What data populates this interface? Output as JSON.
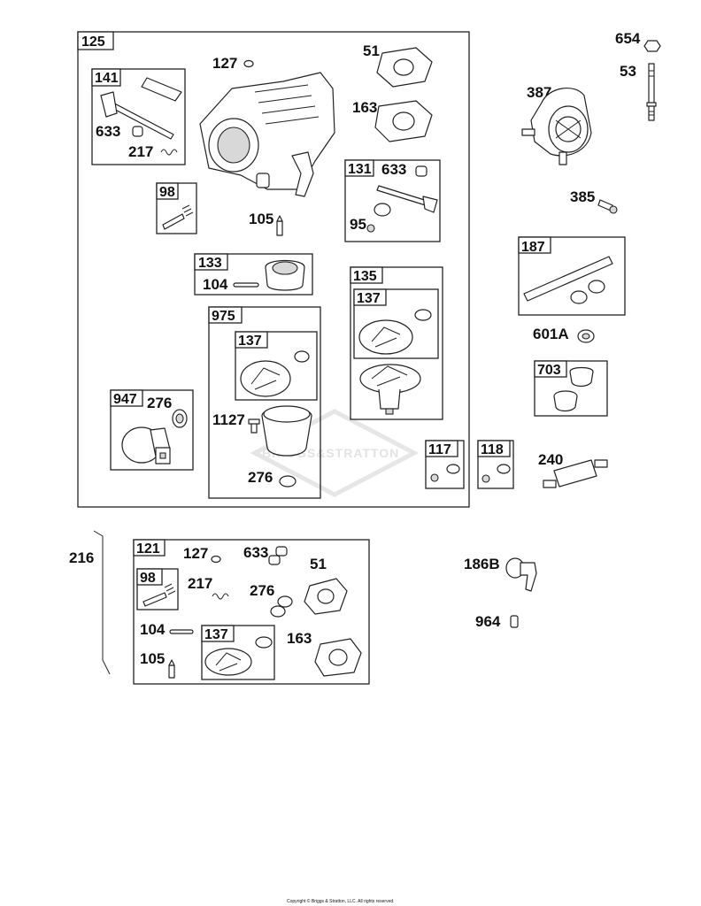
{
  "box_labels": {
    "b125": "125",
    "b141": "141",
    "b98": "98",
    "b131": "131",
    "b133": "133",
    "b975": "975",
    "b137a": "137",
    "b135": "135",
    "b137b": "137",
    "b947": "947",
    "b117": "117",
    "b118": "118",
    "b187": "187",
    "b703": "703",
    "b121": "121",
    "b98b": "98",
    "b137c": "137"
  },
  "part_labels": {
    "p127": "127",
    "p51": "51",
    "p163": "163",
    "p633": "633",
    "p217": "217",
    "p105": "105",
    "p633b": "633",
    "p95": "95",
    "p104": "104",
    "p276": "276",
    "p1127": "1127",
    "p276b": "276",
    "p654": "654",
    "p53": "53",
    "p387": "387",
    "p385": "385",
    "p601A": "601A",
    "p240": "240",
    "p216": "216",
    "p127b": "127",
    "p633c": "633",
    "p51b": "51",
    "p217b": "217",
    "p276c": "276",
    "p104b": "104",
    "p163b": "163",
    "p105b": "105",
    "p186B": "186B",
    "p964": "964"
  },
  "watermark": "BRIGGS&STRATTON",
  "copyright": "Copyright © Briggs & Stratton, LLC. All rights reserved."
}
